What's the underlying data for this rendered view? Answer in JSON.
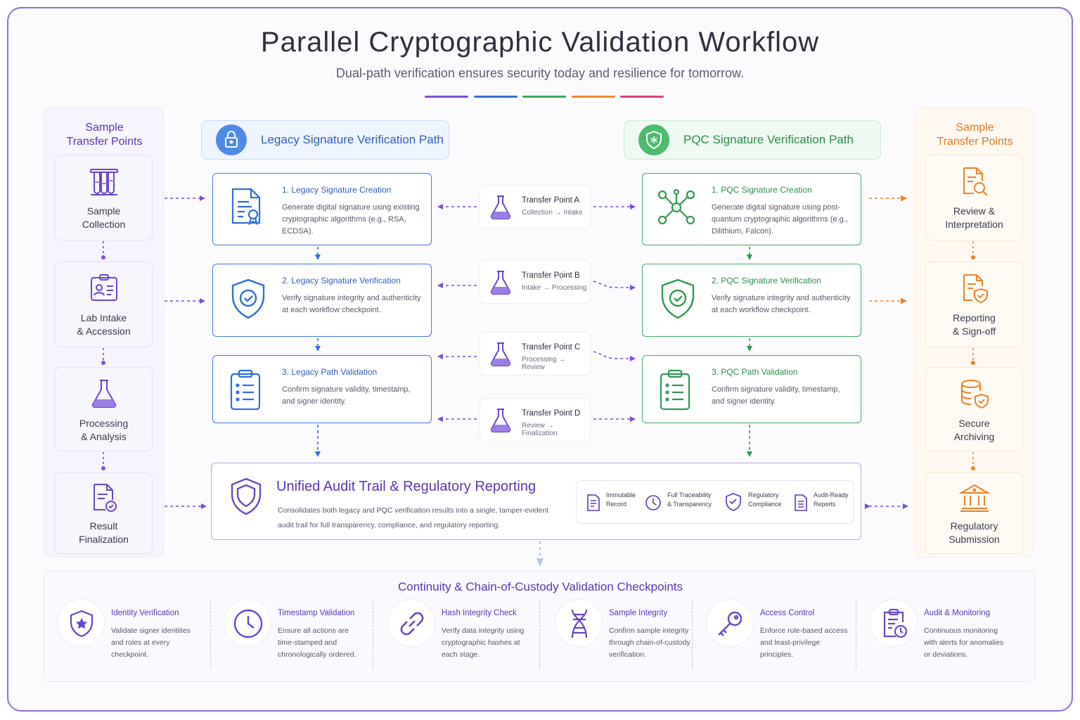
{
  "header": {
    "title": "Parallel Cryptographic Validation Workflow",
    "subtitle": "Dual-path verification ensures security today and resilience for tomorrow."
  },
  "accent_colors": [
    "#7b4fd6",
    "#3a6fd8",
    "#3aa85a",
    "#f08a2a",
    "#e03d7a"
  ],
  "left_column": {
    "title": "Sample\nTransfer Points",
    "stages": [
      {
        "label": "Sample\nCollection",
        "icon": "test-tubes-icon"
      },
      {
        "label": "Lab Intake\n& Accession",
        "icon": "id-badge-icon"
      },
      {
        "label": "Processing\n& Analysis",
        "icon": "flask-icon"
      },
      {
        "label": "Result\nFinalization",
        "icon": "document-check-icon"
      }
    ]
  },
  "right_column": {
    "title": "Sample\nTransfer Points",
    "stages": [
      {
        "label": "Review &\nInterpretation",
        "icon": "document-search-icon"
      },
      {
        "label": "Reporting\n& Sign-off",
        "icon": "document-shield-icon"
      },
      {
        "label": "Secure\nArchiving",
        "icon": "database-shield-icon"
      },
      {
        "label": "Regulatory\nSubmission",
        "icon": "institution-icon"
      }
    ]
  },
  "legacy_path": {
    "title": "Legacy Signature Verification Path",
    "icon": "lock-icon",
    "steps": [
      {
        "title": "1.  Legacy Signature Creation",
        "desc": "Generate digital signature using existing cryptographic algorithms (e.g., RSA, ECDSA).",
        "icon": "document-seal-icon"
      },
      {
        "title": "2.  Legacy Signature Verification",
        "desc": "Verify signature integrity and authenticity at each workflow checkpoint.",
        "icon": "shield-check-icon"
      },
      {
        "title": "3.  Legacy Path Validation",
        "desc": "Confirm signature validity, timestamp, and signer identity.",
        "icon": "clipboard-list-icon"
      }
    ]
  },
  "pqc_path": {
    "title": "PQC Signature Verification Path",
    "icon": "shield-snowflake-icon",
    "steps": [
      {
        "title": "1.  PQC Signature Creation",
        "desc": "Generate digital signature using post-quantum cryptographic algorithms (e.g., Dilithium, Falcon).",
        "icon": "network-nodes-icon"
      },
      {
        "title": "2.  PQC Signature Verification",
        "desc": "Verify signature integrity and authenticity at each workflow checkpoint.",
        "icon": "shield-check-icon"
      },
      {
        "title": "3.  PQC Path Validation",
        "desc": "Confirm signature validity, timestamp, and signer identity.",
        "icon": "clipboard-list-icon"
      }
    ]
  },
  "transfer_points": [
    {
      "name": "Transfer Point A",
      "sub": "Collection → Intake",
      "icon": "flask-icon"
    },
    {
      "name": "Transfer Point B",
      "sub": "Intake → Processing",
      "icon": "flask-icon"
    },
    {
      "name": "Transfer Point C",
      "sub": "Processing → Review",
      "icon": "flask-icon"
    },
    {
      "name": "Transfer Point D",
      "sub": "Review → Finalization",
      "icon": "flask-icon"
    }
  ],
  "audit": {
    "title": "Unified Audit Trail & Regulatory Reporting",
    "desc": "Consolidates both legacy and PQC verification results into a single, tamper-evident audit trail for full transparency, compliance, and regulatory reporting.",
    "icon": "shield-outline-icon",
    "features": [
      {
        "label": "Immutable\nRecord",
        "icon": "document-lock-icon"
      },
      {
        "label": "Full Traceability\n& Transparency",
        "icon": "clock-icon"
      },
      {
        "label": "Regulatory\nCompliance",
        "icon": "shield-check-icon"
      },
      {
        "label": "Audit-Ready\nReports",
        "icon": "report-icon"
      }
    ]
  },
  "checkpoints": {
    "title": "Continuity & Chain-of-Custody Validation Checkpoints",
    "items": [
      {
        "name": "Identity Verification",
        "desc": "Validate signer identities and roles at every checkpoint.",
        "icon": "shield-star-icon"
      },
      {
        "name": "Timestamp Validation",
        "desc": "Ensure all actions are time-stamped and chronologically ordered.",
        "icon": "clock-icon"
      },
      {
        "name": "Hash Integrity Check",
        "desc": "Verify data integrity using cryptographic hashes at each stage.",
        "icon": "link-icon"
      },
      {
        "name": "Sample Integrity",
        "desc": "Confirm sample integrity through chain-of-custody verification.",
        "icon": "dna-icon"
      },
      {
        "name": "Access Control",
        "desc": "Enforce role-based access and least-privilege principles.",
        "icon": "key-icon"
      },
      {
        "name": "Audit & Monitoring",
        "desc": "Continuous monitoring with alerts for anomalies or deviations.",
        "icon": "clipboard-clock-icon"
      }
    ]
  }
}
